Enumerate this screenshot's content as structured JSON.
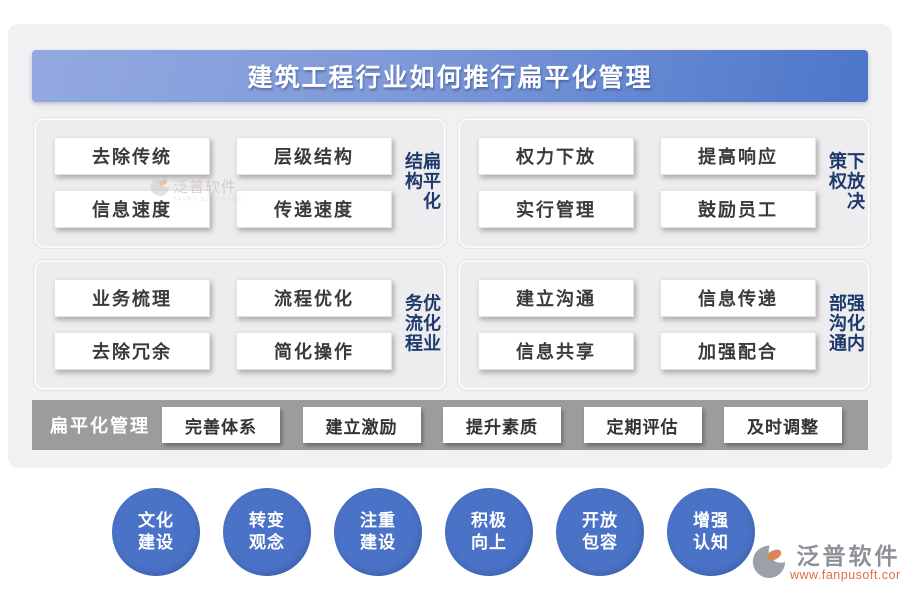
{
  "title": "建筑工程行业如何推行扁平化管理",
  "sections": [
    {
      "label": "扁平化结构",
      "items": [
        "去除传统",
        "层级结构",
        "信息速度",
        "传递速度"
      ]
    },
    {
      "label": "下放决策权",
      "items": [
        "权力下放",
        "提高响应",
        "实行管理",
        "鼓励员工"
      ]
    },
    {
      "label": "优化业务流程",
      "items": [
        "业务梳理",
        "流程优化",
        "去除冗余",
        "简化操作"
      ]
    },
    {
      "label": "强化内部沟通",
      "items": [
        "建立沟通",
        "信息传递",
        "信息共享",
        "加强配合"
      ]
    }
  ],
  "bottom_bar": {
    "label": "扁平化管理",
    "items": [
      "完善体系",
      "建立激励",
      "提升素质",
      "定期评估",
      "及时调整"
    ]
  },
  "circles": [
    "文化\n建设",
    "转变\n观念",
    "注重\n建设",
    "积极\n向上",
    "开放\n包容",
    "增强\n认知"
  ],
  "watermark": {
    "name": "泛普软件",
    "subtitle": "FANPU SOFTWARE"
  },
  "logo": {
    "name": "泛普软件",
    "url": "www.fanpusoft.com"
  },
  "colors": {
    "title_gradient_start": "#93a9e0",
    "title_gradient_end": "#4c76c9",
    "circle_blue": "#4a73c7",
    "vertical_label_navy": "#1e3a6c",
    "bottom_bar_gray": "#9c9c9c",
    "logo_orange": "#df6f45"
  }
}
